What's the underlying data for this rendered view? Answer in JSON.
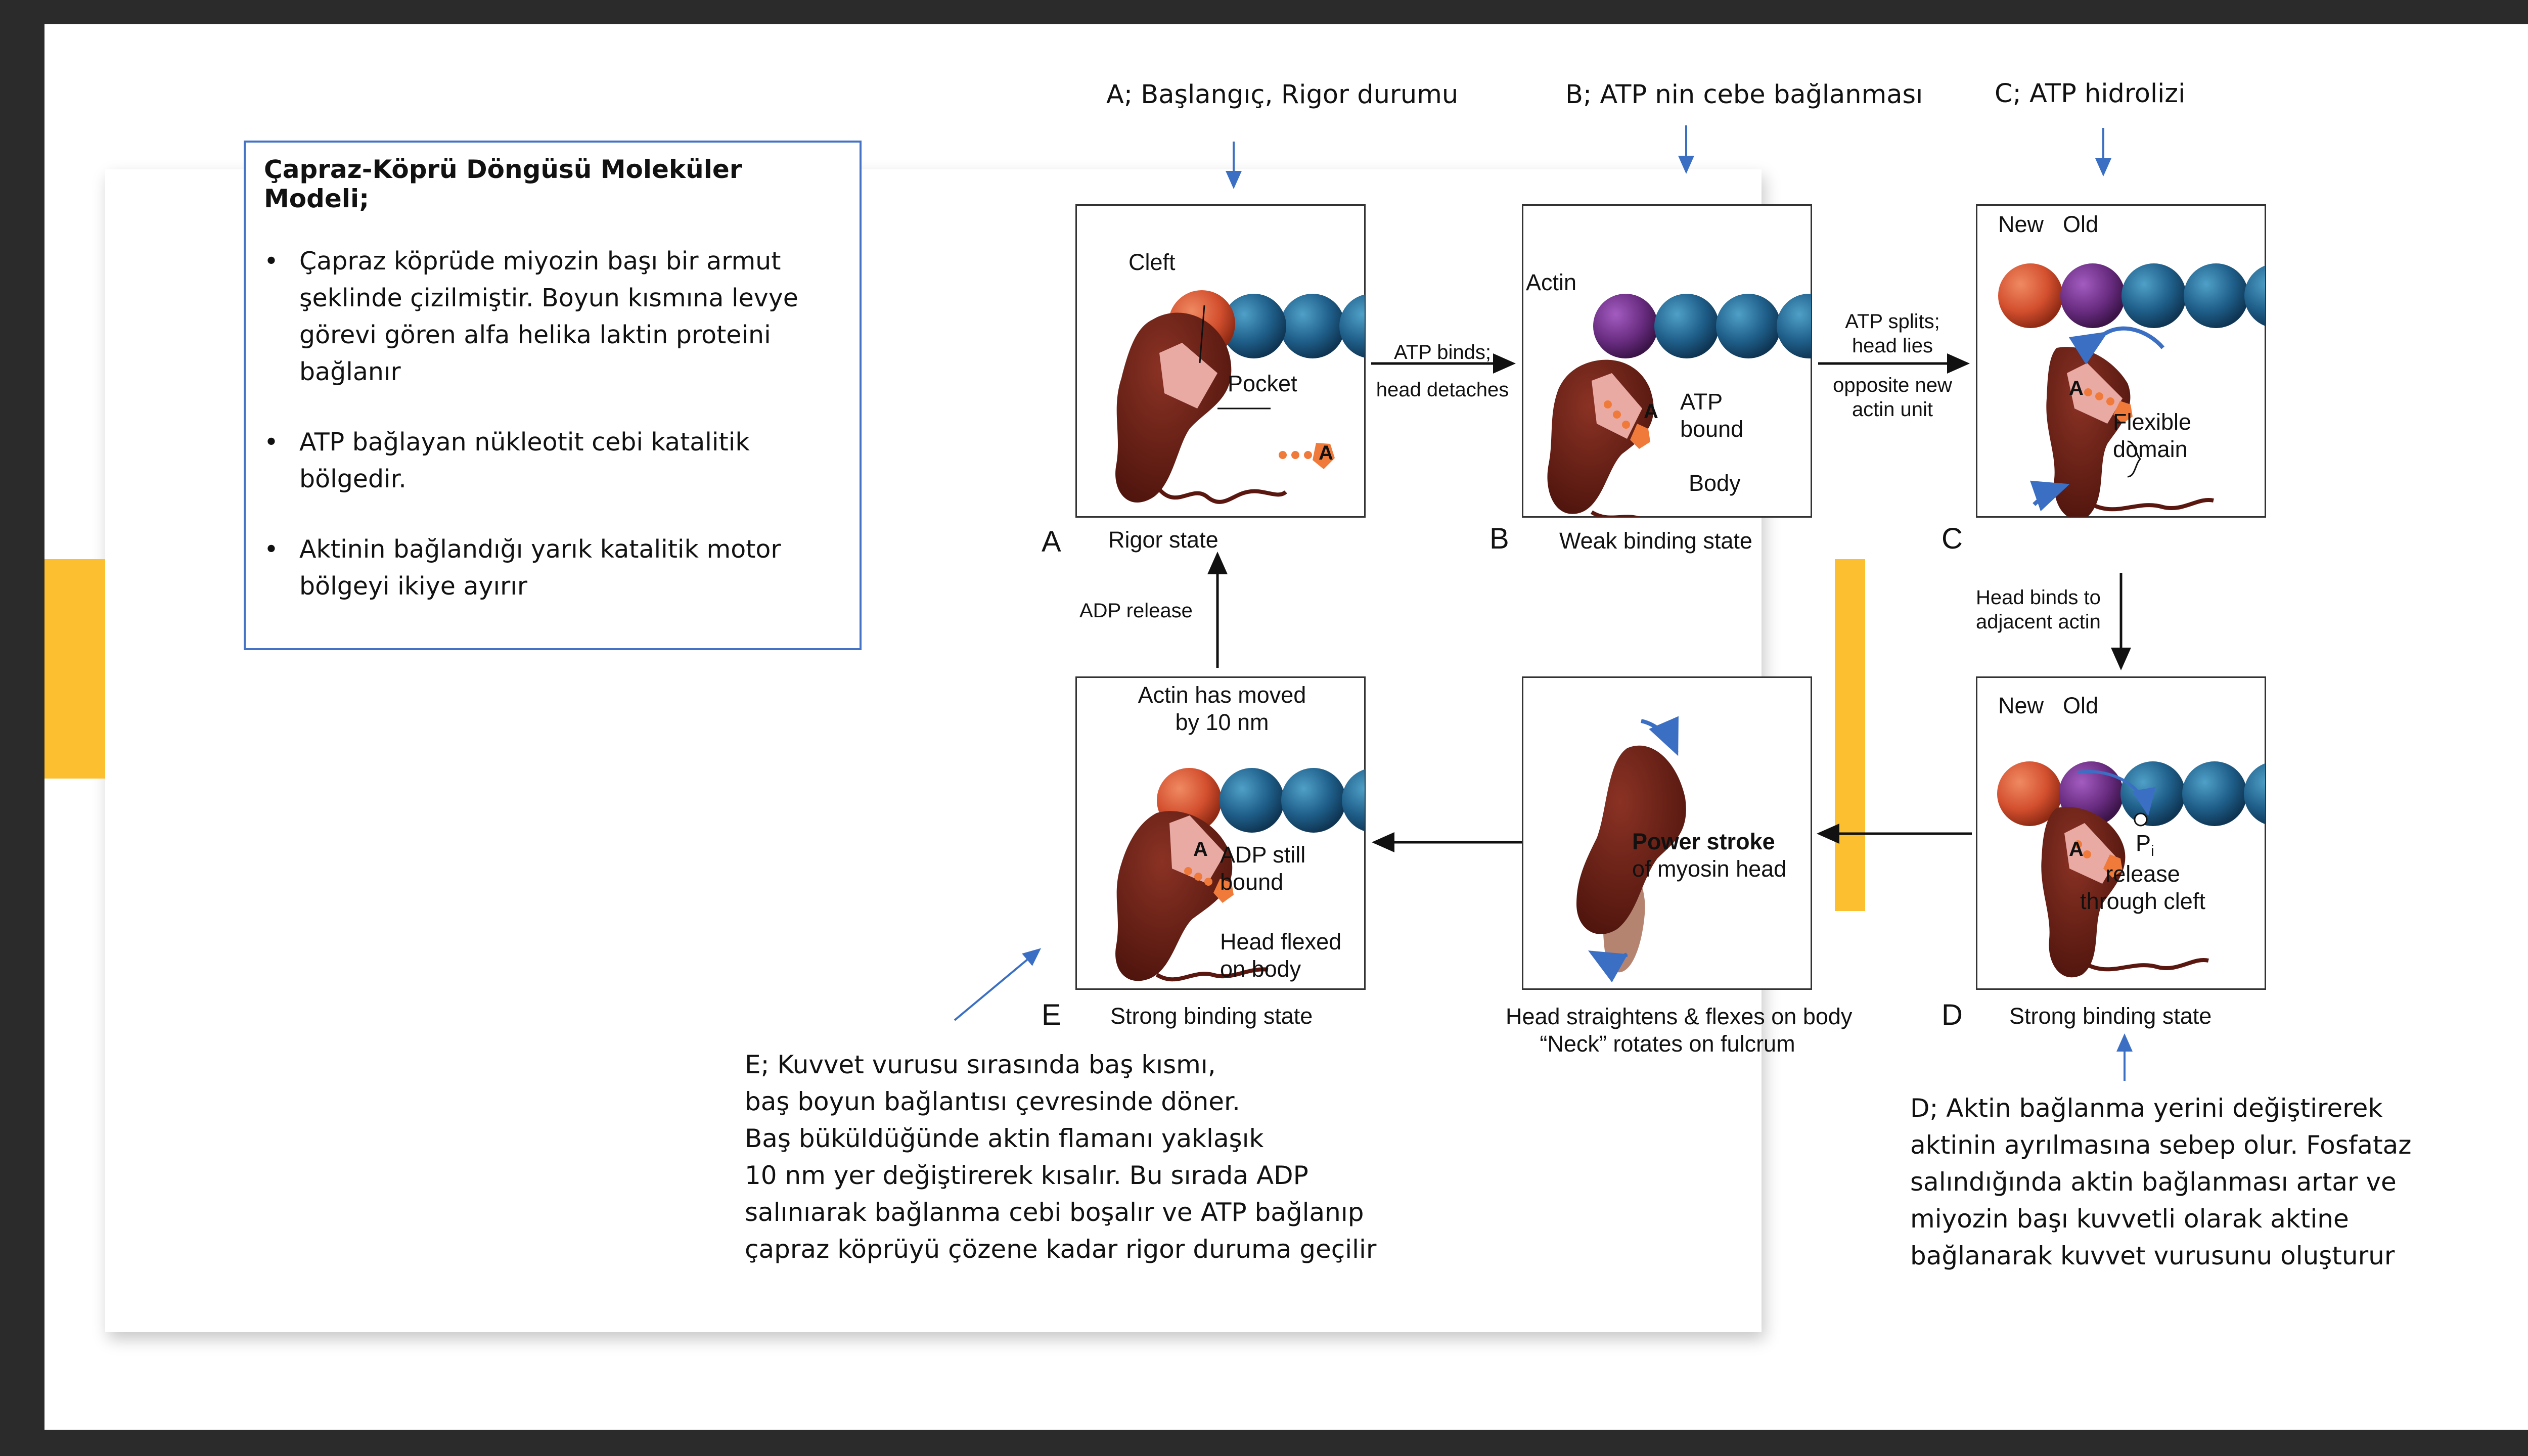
{
  "info_box": {
    "title": "Çapraz-Köprü Döngüsü Moleküler Modeli;",
    "bullets": [
      "Çapraz köprüde miyozin başı bir  armut şeklinde çizilmiştir. Boyun kısmına levye görevi gören alfa helika laktin proteini bağlanır",
      "ATP bağlayan nükleotit cebi katalitik bölgedir.",
      "Aktinin bağlandığı yarık katalitik motor bölgeyi ikiye ayırır"
    ]
  },
  "step_captions": {
    "A": "A; Başlangıç, Rigor durumu",
    "B": "B; ATP nin cebe bağlanması",
    "C": "C; ATP hidrolizi"
  },
  "paragraph_E": [
    "E; Kuvvet vurusu sırasında  baş kısmı,",
    "baş boyun bağlantısı çevresinde döner.",
    "Baş büküldüğünde aktin flamanı yaklaşık",
    "10 nm yer değiştirerek kısalır. Bu sırada ADP",
    "salınıarak bağlanma cebi boşalır ve ATP bağlanıp",
    "çapraz köprüyü çözene kadar rigor duruma geçilir"
  ],
  "paragraph_D": [
    "D; Aktin bağlanma yerini değiştirerek",
    "aktinin ayrılmasına sebep olur. Fosfataz",
    "salındığında  aktin bağlanması artar ve",
    "miyozin başı kuvvetli olarak aktine",
    "bağlanarak kuvvet vurusunu oluşturur"
  ],
  "diagram": {
    "A": {
      "letter": "A",
      "state": "Rigor state",
      "cleft": "Cleft",
      "pocket": "Pocket",
      "atp_letter": "A"
    },
    "B": {
      "letter": "B",
      "state": "Weak binding state",
      "actin": "Actin",
      "atp_bound_1": "ATP",
      "atp_bound_2": "bound",
      "body": "Body",
      "atp_letter": "A"
    },
    "C": {
      "letter": "C",
      "new": "New",
      "old": "Old",
      "flexible_1": "Flexible",
      "flexible_2": "domain",
      "atp_letter": "A"
    },
    "D": {
      "letter": "D",
      "state": "Strong binding state",
      "new": "New",
      "old": "Old",
      "pi_p": "P",
      "pi_i": "i",
      "release_1": "release",
      "release_2": "through cleft",
      "atp_letter": "A"
    },
    "E": {
      "letter": "E",
      "state": "Strong binding state",
      "moved_1": "Actin has moved",
      "moved_2": "by 10 nm",
      "adp_1": "ADP still",
      "adp_2": "bound",
      "flexed_1": "Head flexed",
      "flexed_2": "on body",
      "atp_letter": "A"
    },
    "power": {
      "bold": "Power stroke",
      "rest": "of myosin head",
      "caption_1": "Head straightens & flexes on body",
      "caption_2": "“Neck” rotates on fulcrum"
    },
    "arrows": {
      "ab_1": "ATP binds;",
      "ab_2": "head detaches",
      "bc_1": "ATP splits;",
      "bc_2": "head lies",
      "bc_3": "opposite new",
      "bc_4": "actin unit",
      "cd_1": "Head binds to",
      "cd_2": "adjacent actin",
      "ea": "ADP release"
    }
  },
  "colors": {
    "accent": "#fbbf2f",
    "box_border": "#4472c4",
    "blue_arrow": "#3b6fc4",
    "myosin": "#6b1e14",
    "myosin_light": "#e9aaa4",
    "actin_blue": "#1f5f8a",
    "actin_purple": "#6a2d82",
    "actin_new": "#d4502f",
    "atp": "#f07a3a"
  }
}
